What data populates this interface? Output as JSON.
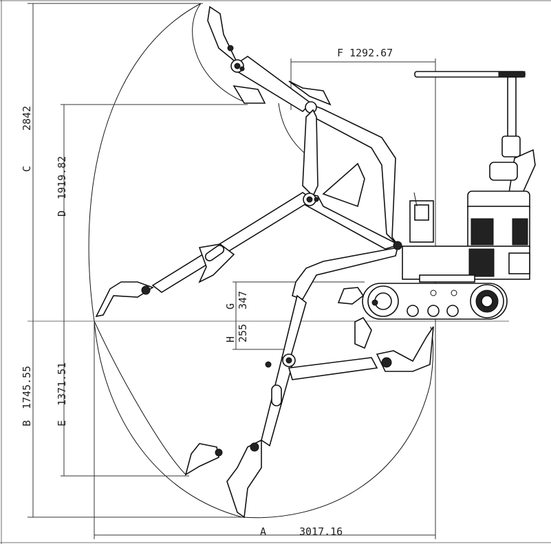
{
  "dimensions": {
    "A": {
      "letter": "A",
      "value": "3017.16"
    },
    "B": {
      "letter": "B",
      "value": "1745.55"
    },
    "C": {
      "letter": "C",
      "value": "2842"
    },
    "D": {
      "letter": "D",
      "value": "1919.82"
    },
    "E": {
      "letter": "E",
      "value": "1371.51"
    },
    "F": {
      "letter": "F",
      "value": "1292.67"
    },
    "G": {
      "letter": "G",
      "value": "347"
    },
    "H": {
      "letter": "H",
      "value": "255"
    }
  }
}
